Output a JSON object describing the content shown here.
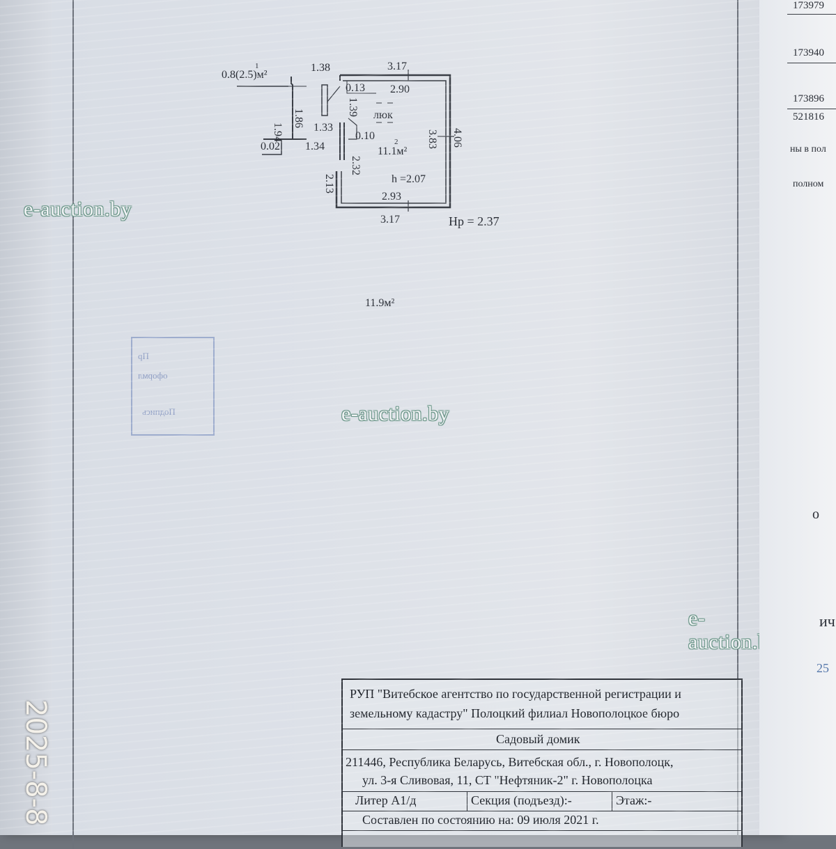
{
  "plan": {
    "area_small": "0.8(2.5)м²",
    "index_small": "1",
    "dim_top_left": "1.38",
    "dim_top_outer": "3.17",
    "dim_top_inner": "2.90",
    "dim_013": "0.13",
    "dim_194": "1.94",
    "dim_186": "1.86",
    "dim_139": "1.39",
    "label_lyuk": "люк",
    "dim_133": "1.33",
    "dim_010": "0.10",
    "index_room": "2",
    "area_room": "11.1м²",
    "dim_383": "3.83",
    "dim_406": "4.06",
    "dim_002": "0.02",
    "dim_134": "1.34",
    "dim_232": "2.32",
    "height": "h =2.07",
    "dim_213": "2.13",
    "dim_bottom_inner": "2.93",
    "dim_bottom_outer": "3.17",
    "hp": "Нр = 2.37",
    "total_area": "11.9м²"
  },
  "watermarks": [
    "e-auction.by",
    "e-auction.by",
    "e-auction.by"
  ],
  "stamp": {
    "line1": "Пр",
    "line2": "оформл",
    "line3": "Подпись"
  },
  "title_block": {
    "org_line1": "РУП \"Витебское агентство по государственной регистрации и",
    "org_line2": "земельному кадастру\" Полоцкий филиал Новополоцкое бюро",
    "object": "Садовый домик",
    "addr_line1": "211446, Республика Беларусь, Витебская обл., г. Новополоцк,",
    "addr_line2": "ул. 3-я Сливовая, 11, СТ \"Нефтяник-2\" г. Новополоцка",
    "liter": "Литер А1/д",
    "section": "Секция (подъезд):-",
    "floor": "Этаж:-",
    "composed": "Составлен по состоянию на: 09 июля 2021 г."
  },
  "right_page": {
    "n1": "173979",
    "n2": "173940",
    "n3": "173896",
    "n4": "521816",
    "t1": "ны в пол",
    "t2": "полном",
    "t3": "о",
    "t4": "ич",
    "t5": "25"
  },
  "datestamp": "2025-8-8"
}
